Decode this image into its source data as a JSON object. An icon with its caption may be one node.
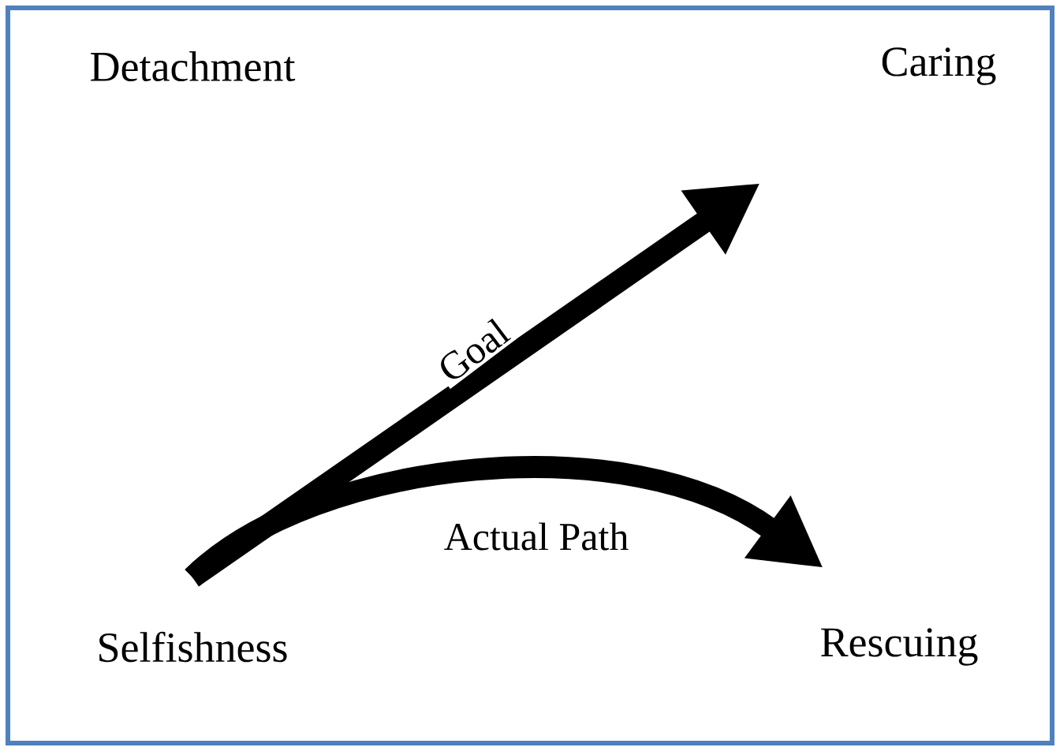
{
  "diagram": {
    "labels": [
      "Detachment",
      "Caring",
      "Goal",
      "Actual Path",
      "Selfishness",
      "Rescuing"
    ]
  }
}
